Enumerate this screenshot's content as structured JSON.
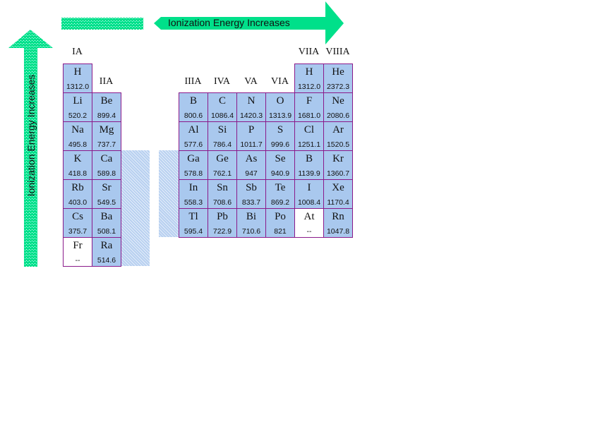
{
  "arrows": {
    "horizontal": "Ionization Energy Increases",
    "vertical": "Ionization Energy Increases"
  },
  "colors": {
    "cell": "#a9c8ee",
    "border": "#8a1a8a",
    "arrow": "#00e08a"
  },
  "groups": [
    "IA",
    "IIA",
    "IIIA",
    "IVA",
    "VA",
    "VIA",
    "VIIA",
    "VIIIA"
  ],
  "left": [
    [
      {
        "s": "H",
        "v": "1312.0"
      }
    ],
    [
      {
        "s": "Li",
        "v": "520.2"
      },
      {
        "s": "Be",
        "v": "899.4"
      }
    ],
    [
      {
        "s": "Na",
        "v": "495.8"
      },
      {
        "s": "Mg",
        "v": "737.7"
      }
    ],
    [
      {
        "s": "K",
        "v": "418.8"
      },
      {
        "s": "Ca",
        "v": "589.8"
      }
    ],
    [
      {
        "s": "Rb",
        "v": "403.0"
      },
      {
        "s": "Sr",
        "v": "549.5"
      }
    ],
    [
      {
        "s": "Cs",
        "v": "375.7"
      },
      {
        "s": "Ba",
        "v": "508.1"
      }
    ],
    [
      {
        "s": "Fr",
        "v": "--"
      },
      {
        "s": "Ra",
        "v": "514.6"
      }
    ]
  ],
  "right_top": [
    {
      "s": "H",
      "v": "1312.0"
    },
    {
      "s": "He",
      "v": "2372.3"
    }
  ],
  "right": [
    [
      {
        "s": "B",
        "v": "800.6"
      },
      {
        "s": "C",
        "v": "1086.4"
      },
      {
        "s": "N",
        "v": "1420.3"
      },
      {
        "s": "O",
        "v": "1313.9"
      },
      {
        "s": "F",
        "v": "1681.0"
      },
      {
        "s": "Ne",
        "v": "2080.6"
      }
    ],
    [
      {
        "s": "Al",
        "v": "577.6"
      },
      {
        "s": "Si",
        "v": "786.4"
      },
      {
        "s": "P",
        "v": "1011.7"
      },
      {
        "s": "S",
        "v": "999.6"
      },
      {
        "s": "Cl",
        "v": "1251.1"
      },
      {
        "s": "Ar",
        "v": "1520.5"
      }
    ],
    [
      {
        "s": "Ga",
        "v": "578.8"
      },
      {
        "s": "Ge",
        "v": "762.1"
      },
      {
        "s": "As",
        "v": "947"
      },
      {
        "s": "Se",
        "v": "940.9"
      },
      {
        "s": "B",
        "v": "1139.9"
      },
      {
        "s": "Kr",
        "v": "1360.7"
      }
    ],
    [
      {
        "s": "In",
        "v": "558.3"
      },
      {
        "s": "Sn",
        "v": "708.6"
      },
      {
        "s": "Sb",
        "v": "833.7"
      },
      {
        "s": "Te",
        "v": "869.2"
      },
      {
        "s": "I",
        "v": "1008.4"
      },
      {
        "s": "Xe",
        "v": "1170.4"
      }
    ],
    [
      {
        "s": "Tl",
        "v": "595.4"
      },
      {
        "s": "Pb",
        "v": "722.9"
      },
      {
        "s": "Bi",
        "v": "710.6"
      },
      {
        "s": "Po",
        "v": "821"
      },
      {
        "s": "At",
        "v": "--"
      },
      {
        "s": "Rn",
        "v": "1047.8"
      }
    ]
  ]
}
